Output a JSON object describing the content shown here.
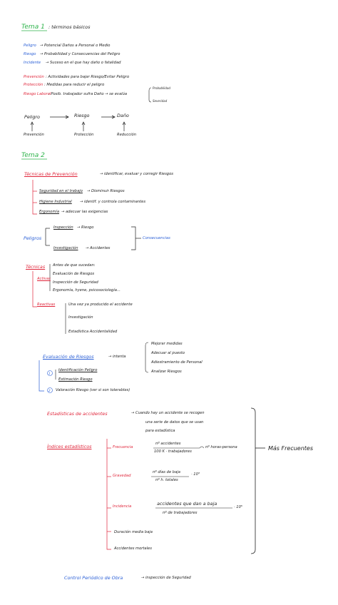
{
  "tema1": {
    "title": "Tema 1",
    "subtitle": ": términos básicos",
    "defs": [
      {
        "term": "Peligro",
        "text": "→ Potencial Daños a Personal o Medio"
      },
      {
        "term": "Riesgo",
        "text": "→ Probabilidad y Consecuencias del Peligro"
      },
      {
        "term": "Incidente",
        "text": "→ Suceso en el que hay daño o fatalidad"
      }
    ],
    "defs2": [
      {
        "term": "Prevención",
        "text": ": Actividades para bajar Riesgo/Evitar Peligro"
      },
      {
        "term": "Protección",
        "text": ": Medidas para reducir el peligro"
      },
      {
        "term": "Riesgo Laboral",
        "text": ": Posib. trabajador sufra Daño → se evalúa"
      }
    ],
    "brace_items": [
      "Probabilidad",
      "Severidad"
    ],
    "flow": [
      "Peligro",
      "Riesgo",
      "Daño"
    ],
    "flow_under": [
      "Prevención",
      "Protección",
      "Reducción"
    ]
  },
  "tema2": {
    "title": "Tema 2",
    "tecnicas_title": "Técnicas de Prevención",
    "tecnicas_text": "→ identificar, evaluar y corregir Riesgos",
    "tecnicas_items": [
      {
        "term": "Seguridad en el trabajo",
        "text": "→ Disminuir Riesgos"
      },
      {
        "term": "Higiene Industrial",
        "text": "→ identif. y controla contaminantes"
      },
      {
        "term": "Ergonomía",
        "text": "→ adecuar las exigencias"
      }
    ],
    "peligros_label": "Peligros",
    "peligros_items": [
      {
        "term": "Inspección",
        "text": "→ Riesgo"
      },
      {
        "term": "Investigación",
        "text": "→ Accidentes"
      }
    ],
    "consecuencias": "Consecuencias",
    "tecnicas2": "Técnicas",
    "activas": "Activas",
    "activas_items": [
      "Antes de que sucedan:",
      "Evaluación de Riesgos",
      "Inspección de Seguridad",
      "Ergonomía, hyene, psicosociología..."
    ],
    "reactivas": "Reactivas",
    "reactivas_items": [
      "Una vez ya producido el accidente",
      "Investigación",
      "Estadística Accidentalidad"
    ],
    "evaluacion_title": "Evaluación de Riesgos",
    "evaluacion_text": "→ intenta",
    "evaluacion_items": [
      "Mejorar medidas",
      "Adecuar al puesto",
      "Adiestramiento de Personal",
      "Analizar Riesgos"
    ],
    "step1_num": "1",
    "step1_items": [
      "Identificación Peligro",
      "Estimación Riesgo"
    ],
    "step2_num": "2",
    "step2_text": "Valoración Riesgo (ver si son tolerables)",
    "estadisticas_title": "Estadísticas de accidentes",
    "estadisticas_text": [
      "→ Cuando hay un accidente se recogen",
      "una serie de datos que se usan",
      "para estadística"
    ],
    "indices_title": "Índices estadísticos",
    "frecuencia": "Frecuencia",
    "frec_num": "nº accidentes",
    "frec_den": "100 K · trabajadores",
    "frec_tail": "nº horas-persona",
    "gravedad": "Gravedad",
    "grav_num": "nº días de baja",
    "grav_den": "nº h. totales",
    "grav_exp": "· 10³",
    "incidencia": "Incidencia",
    "inc_num": "accidentes que dan a baja",
    "inc_den": "nº de trabajadores",
    "inc_exp": "· 10⁵",
    "extra_items": [
      "Duración media baja",
      "Accidentes mortales"
    ],
    "mas_frecuentes": "Más Frecuentes",
    "control": "Control Periódico de Obra",
    "control_text": "→ inspección de Seguridad"
  }
}
